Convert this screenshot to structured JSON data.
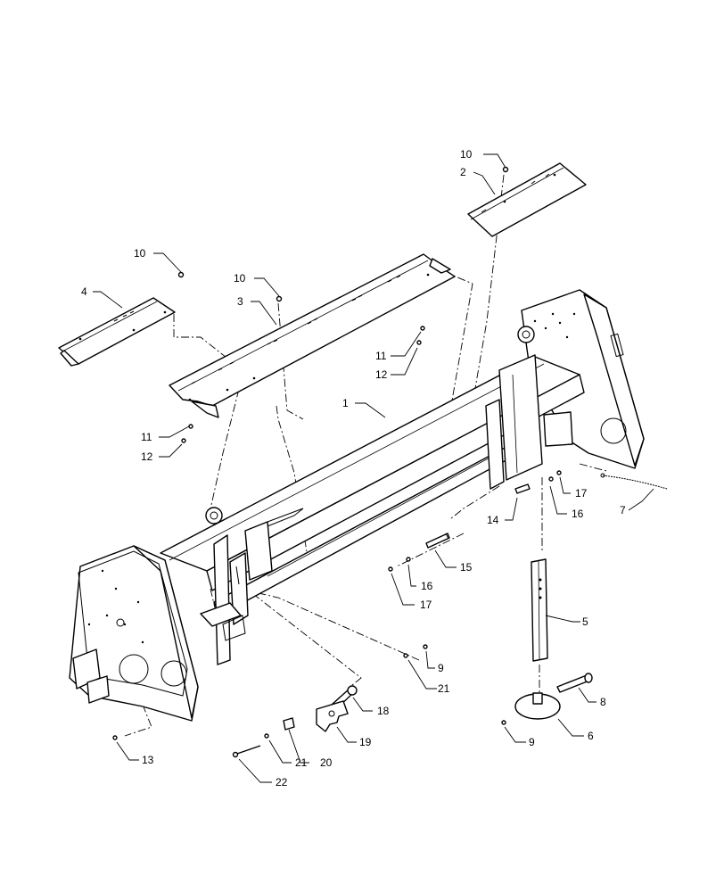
{
  "callouts": {
    "c1": "1",
    "c2": "2",
    "c3": "3",
    "c4": "4",
    "c5": "5",
    "c6": "6",
    "c7": "7",
    "c8": "8",
    "c9a": "9",
    "c9b": "9",
    "c10a": "10",
    "c10b": "10",
    "c10c": "10",
    "c11a": "11",
    "c11b": "11",
    "c12a": "12",
    "c12b": "12",
    "c13": "13",
    "c14": "14",
    "c15": "15",
    "c16a": "16",
    "c16b": "16",
    "c17a": "17",
    "c17b": "17",
    "c18": "18",
    "c19": "19",
    "c20": "20",
    "c21a": "21",
    "c21b": "21",
    "c22": "22"
  }
}
